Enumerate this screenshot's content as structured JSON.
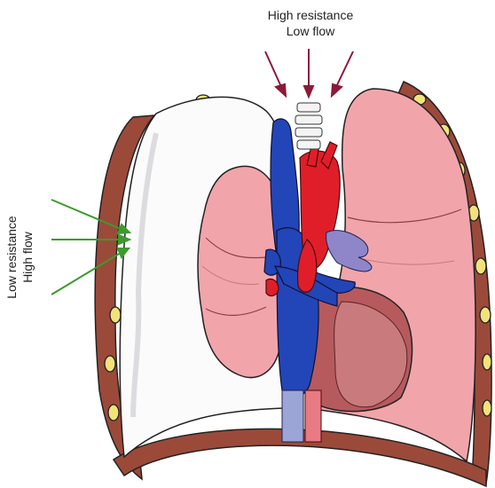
{
  "labels": {
    "top_line1": "High resistance",
    "top_line2": "Low flow",
    "side_line1": "Low resistance",
    "side_line2": "High flow"
  },
  "colors": {
    "arrow_top": "#8b1a3a",
    "arrow_side": "#3d9a2e",
    "lung": "#f1a5ab",
    "lung_dark": "#e48d95",
    "pleura_rim": "#8b3a2e",
    "vein": "#2245b8",
    "artery": "#e01e2a",
    "heart": "#b65a5e"
  }
}
